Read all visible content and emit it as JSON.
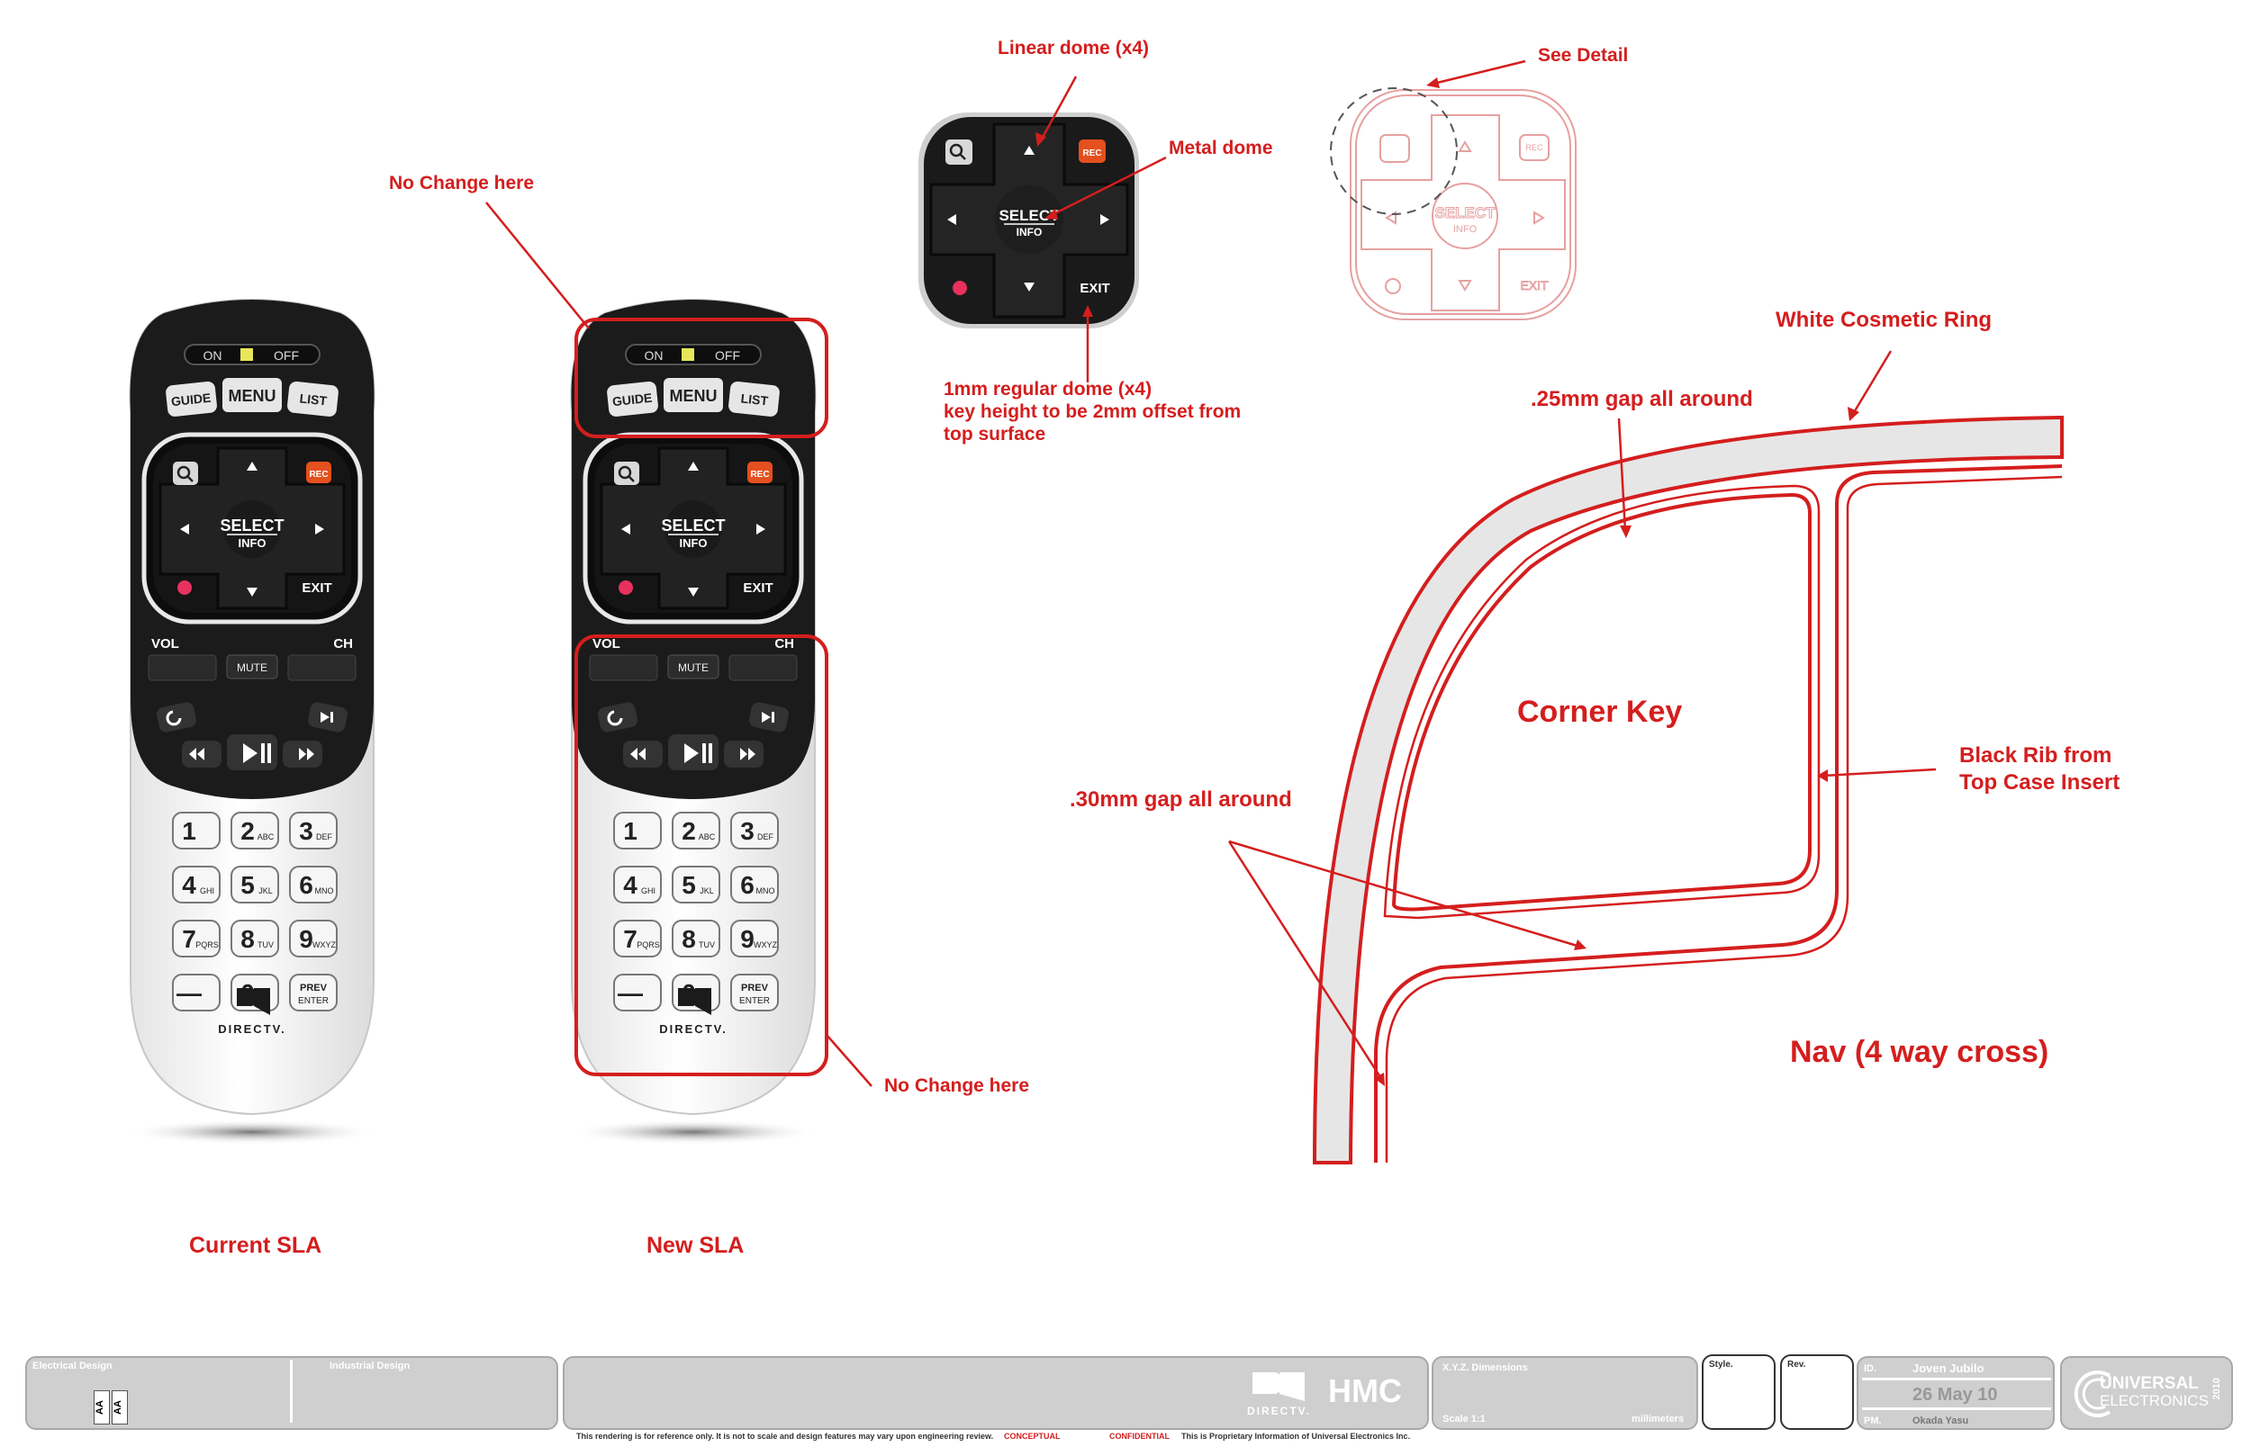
{
  "remote": {
    "power_on": "ON",
    "power_off": "OFF",
    "guide": "GUIDE",
    "menu": "MENU",
    "list": "LIST",
    "rec": "REC",
    "select": "SELECT",
    "info": "INFO",
    "exit": "EXIT",
    "vol": "VOL",
    "ch": "CH",
    "mute": "MUTE",
    "keys": [
      {
        "num": "1",
        "sub": ""
      },
      {
        "num": "2",
        "sub": "ABC"
      },
      {
        "num": "3",
        "sub": "DEF"
      },
      {
        "num": "4",
        "sub": "GHI"
      },
      {
        "num": "5",
        "sub": "JKL"
      },
      {
        "num": "6",
        "sub": "MNO"
      },
      {
        "num": "7",
        "sub": "PQRS"
      },
      {
        "num": "8",
        "sub": "TUV"
      },
      {
        "num": "9",
        "sub": "WXYZ"
      },
      {
        "num": "—",
        "sub": ""
      },
      {
        "num": "0",
        "sub": "⎵"
      },
      {
        "num": "PREV",
        "sub": "ENTER"
      }
    ],
    "brand": "DIRECTV."
  },
  "captions": {
    "current": "Current SLA",
    "new": "New SLA"
  },
  "notes": {
    "no_change_top": "No Change here",
    "no_change_bottom": "No Change here",
    "linear_dome": "Linear dome (x4)",
    "metal_dome": "Metal dome",
    "regular_dome": "1mm regular dome (x4)\nkey height to be 2mm offset from\ntop surface",
    "see_detail": "See Detail",
    "white_ring": "White Cosmetic Ring",
    "gap_25": ".25mm  gap all around",
    "gap_30": ".30mm  gap all around",
    "corner_key": "Corner Key",
    "black_rib": "Black Rib from\nTop Case Insert",
    "nav": "Nav (4 way cross)"
  },
  "title_block": {
    "electrical": "Electrical Design",
    "industrial": "Industrial Design",
    "rev_a": "AA",
    "rev_b": "AA",
    "brand": "DIRECTV.",
    "product": "HMC",
    "xyz": "X.Y.Z. Dimensions",
    "scale": "Scale 1:1",
    "units": "millimeters",
    "style": "Style.",
    "rev": "Rev.",
    "id_label": "ID.",
    "id_name": "Joven Jubilo",
    "date": "26 May 10",
    "pm_label": "PM.",
    "pm_name": "Okada Yasu",
    "company_top": "UNIVERSAL",
    "company_bottom": "ELECTRONICS",
    "year": "2010",
    "disclaimer": "This rendering is for reference only. It is not to scale and design features may vary upon engineering review.",
    "conceptual": "CONCEPTUAL",
    "confidential": "CONFIDENTIAL",
    "proprietary": "This is Proprietary Information of Universal Electronics Inc."
  },
  "colors": {
    "annotation_red": "#d41e1e",
    "remote_black": "#1b1b1b",
    "rec_orange": "#e4501e",
    "title_grey": "#cfcfcf"
  }
}
